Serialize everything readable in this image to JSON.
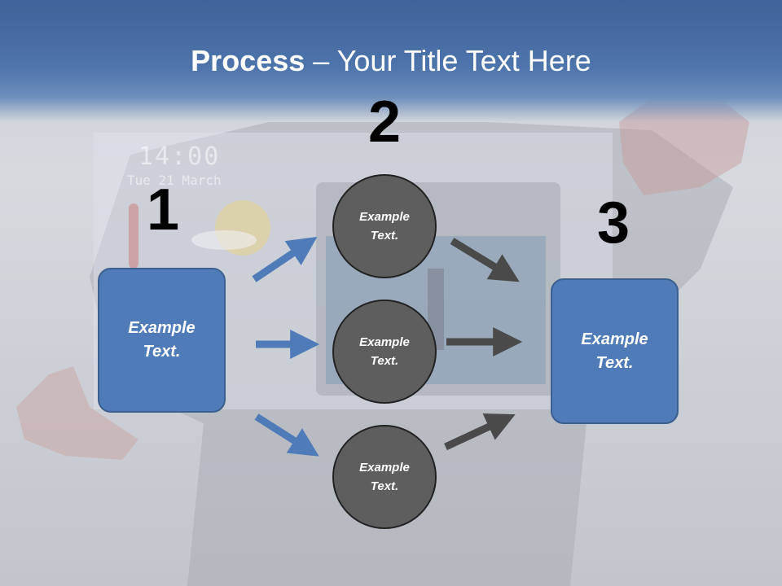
{
  "title": {
    "bold": "Process",
    "rest": " – Your Title Text Here"
  },
  "steps": [
    {
      "number": "1",
      "label_line1": "Example",
      "label_line2": "Text."
    },
    {
      "number": "2"
    },
    {
      "number": "3",
      "label_line1": "Example",
      "label_line2": "Text."
    }
  ],
  "circles": [
    {
      "line1": "Example",
      "line2": "Text."
    },
    {
      "line1": "Example",
      "line2": "Text."
    },
    {
      "line1": "Example",
      "line2": "Text."
    }
  ],
  "background": {
    "clock_time": "14:00",
    "clock_date": "Tue 21 March"
  },
  "colors": {
    "header": "#4d74ab",
    "box_fill": "#4f7bb8",
    "circle_fill": "#5e5e5e",
    "blue_arrow": "#4f7bb8",
    "gray_arrow": "#4a4a4a"
  }
}
